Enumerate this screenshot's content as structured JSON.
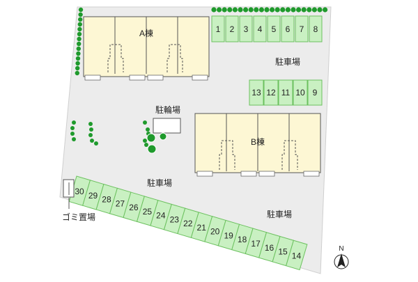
{
  "map": {
    "building_a": {
      "label": "A棟"
    },
    "building_b": {
      "label": "B棟"
    },
    "parking_top": {
      "label": "駐車場",
      "spaces": [
        "1",
        "2",
        "3",
        "4",
        "5",
        "6",
        "7",
        "8"
      ]
    },
    "parking_mid": {
      "spaces": [
        "13",
        "12",
        "11",
        "10",
        "9"
      ]
    },
    "parking_center": {
      "label": "駐車場"
    },
    "parking_bottom": {
      "label": "駐車場",
      "spaces": [
        "30",
        "29",
        "28",
        "27",
        "26",
        "25",
        "24",
        "23",
        "22",
        "21",
        "20",
        "19",
        "18",
        "17",
        "16",
        "15",
        "14"
      ]
    },
    "bicycle_parking": {
      "label": "駐輪場"
    },
    "garbage_area": {
      "label": "ゴミ置場"
    },
    "north_arrow": {
      "label": "N"
    },
    "colors": {
      "lot": "#ececec",
      "building": "#fdf7d4",
      "parking": "#c9f0c2",
      "parking_line": "#6cc15f",
      "tree": "#1f9a2c"
    },
    "icons": [
      "tree-icon",
      "north-arrow-icon"
    ]
  }
}
